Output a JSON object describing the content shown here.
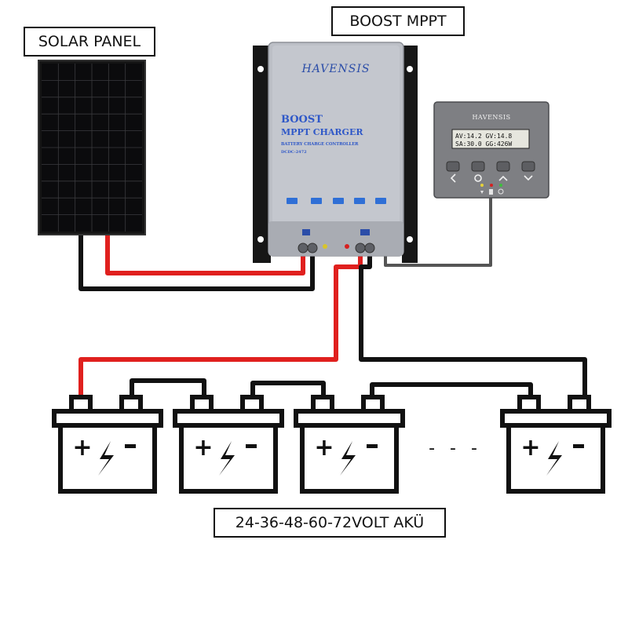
{
  "labels": {
    "solar_panel": "SOLAR PANEL",
    "boost_mppt": "BOOST MPPT",
    "battery_bank": "24-36-48-60-72VOLT AKÜ"
  },
  "controller": {
    "brand": "HAVENSIS",
    "title_line1": "BOOST",
    "title_line2": "MPPT CHARGER",
    "title_line3": "BATTERY CHARGE CONTROLLER",
    "model": "DCDC-2472"
  },
  "remote": {
    "brand": "HAVENSIS",
    "lcd_line1": "AV:14.2  GV:14.8",
    "lcd_line2": "SA:30.0  GG:426W"
  },
  "battery": {
    "plus_symbol": "+",
    "minus_symbol": "-"
  },
  "ellipsis": "- - -",
  "colors": {
    "positive_wire": "#e0201e",
    "negative_wire": "#111111",
    "comm_wire": "#555555",
    "controller_body": "#b9bcc3",
    "controller_blue": "#2f58c8",
    "status_led": "#2f6fd6",
    "remote_body": "#7e7f83",
    "lcd_bg": "#e6e6de"
  },
  "icons": [
    "solar-panel-icon",
    "battery-icon",
    "plus-icon",
    "lightning-icon",
    "minus-icon",
    "led-icon"
  ]
}
